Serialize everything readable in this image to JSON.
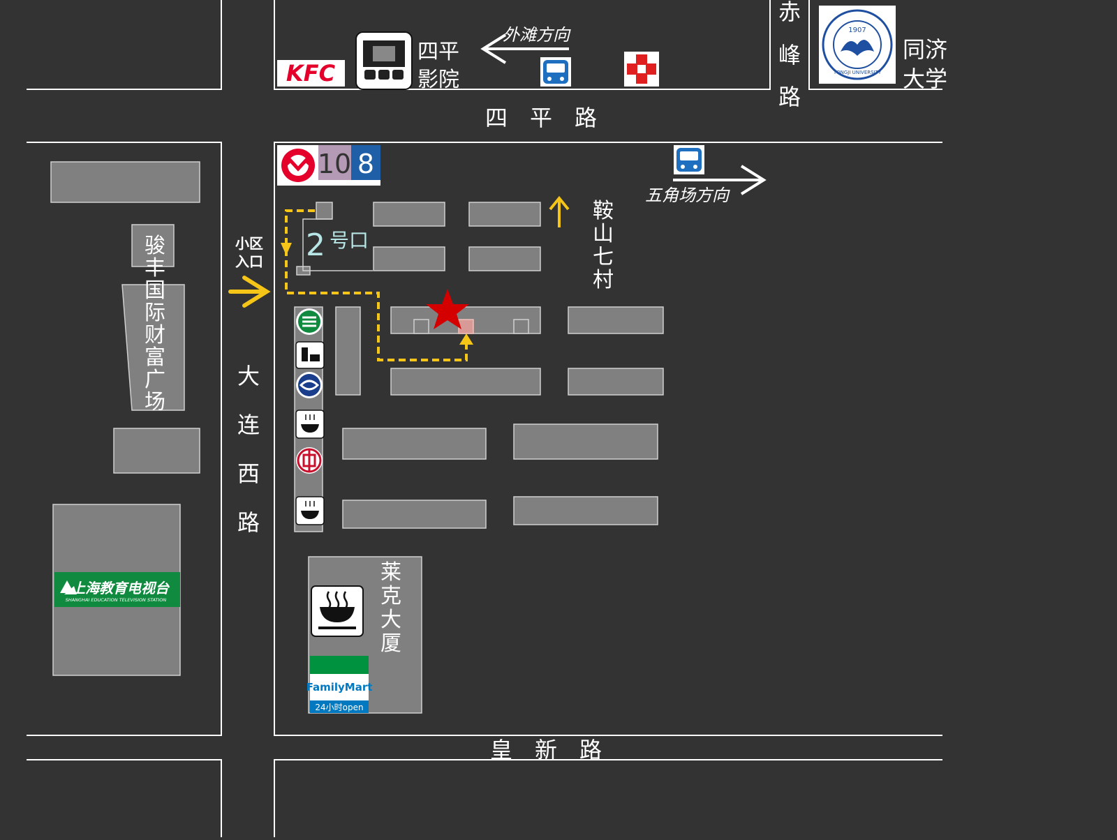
{
  "roads": {
    "siping": "四　平　路",
    "fuxin": "皇　新　路",
    "dalian_west": [
      "大",
      "连",
      "西",
      "路"
    ],
    "chifeng": [
      "赤",
      "峰",
      "路"
    ]
  },
  "places": {
    "cinema": [
      "四平",
      "影院"
    ],
    "tongji": [
      "同济",
      "大学"
    ],
    "junfeng": [
      "骏",
      "丰",
      "国",
      "际",
      "财",
      "富",
      "广",
      "场"
    ],
    "anshan": [
      "鞍",
      "山",
      "七",
      "村"
    ],
    "laike": [
      "莱",
      "克",
      "大",
      "厦"
    ]
  },
  "directions": {
    "waitan": "外滩方向",
    "wujiaochang": "五角场方向"
  },
  "entrance": {
    "label": [
      "小区",
      "入口"
    ],
    "exit_number": "2",
    "exit_suffix": "号口"
  },
  "metro": {
    "line_a": "10",
    "line_b": "8",
    "color_a": "#b49ab5",
    "color_b": "#1f5fa8"
  },
  "logos": {
    "kfc": "KFC",
    "familymart": "FamilyMart",
    "familymart_sub": "24小时open",
    "tongji_year": "1907",
    "tongji_ring": "TONGJI UNIVERSITY",
    "setv_cn": "上海教育电视台",
    "setv_en": "SHANGHAI EDUCATION TELEVISION STATION"
  },
  "icons": [
    "kfc-logo-icon",
    "cinema-icon",
    "bus-stop-icon",
    "hospital-cross-icon",
    "tongji-seal-icon",
    "metro-logo-icon",
    "post-office-icon",
    "fast-food-icon",
    "china-mobile-icon",
    "noodle-restaurant-icon",
    "bank-icon",
    "familymart-logo-icon",
    "setv-logo-icon",
    "destination-star-icon",
    "entrance-arrow-icon",
    "direction-arrow-icon"
  ],
  "colors": {
    "background": "#333333",
    "block": "#808080",
    "route": "#f5c518",
    "star": "#d40000",
    "kfc": "#e4002b",
    "familymart_green": "#00923f",
    "familymart_blue": "#0079c1",
    "setv_green": "#0f8a3e"
  }
}
